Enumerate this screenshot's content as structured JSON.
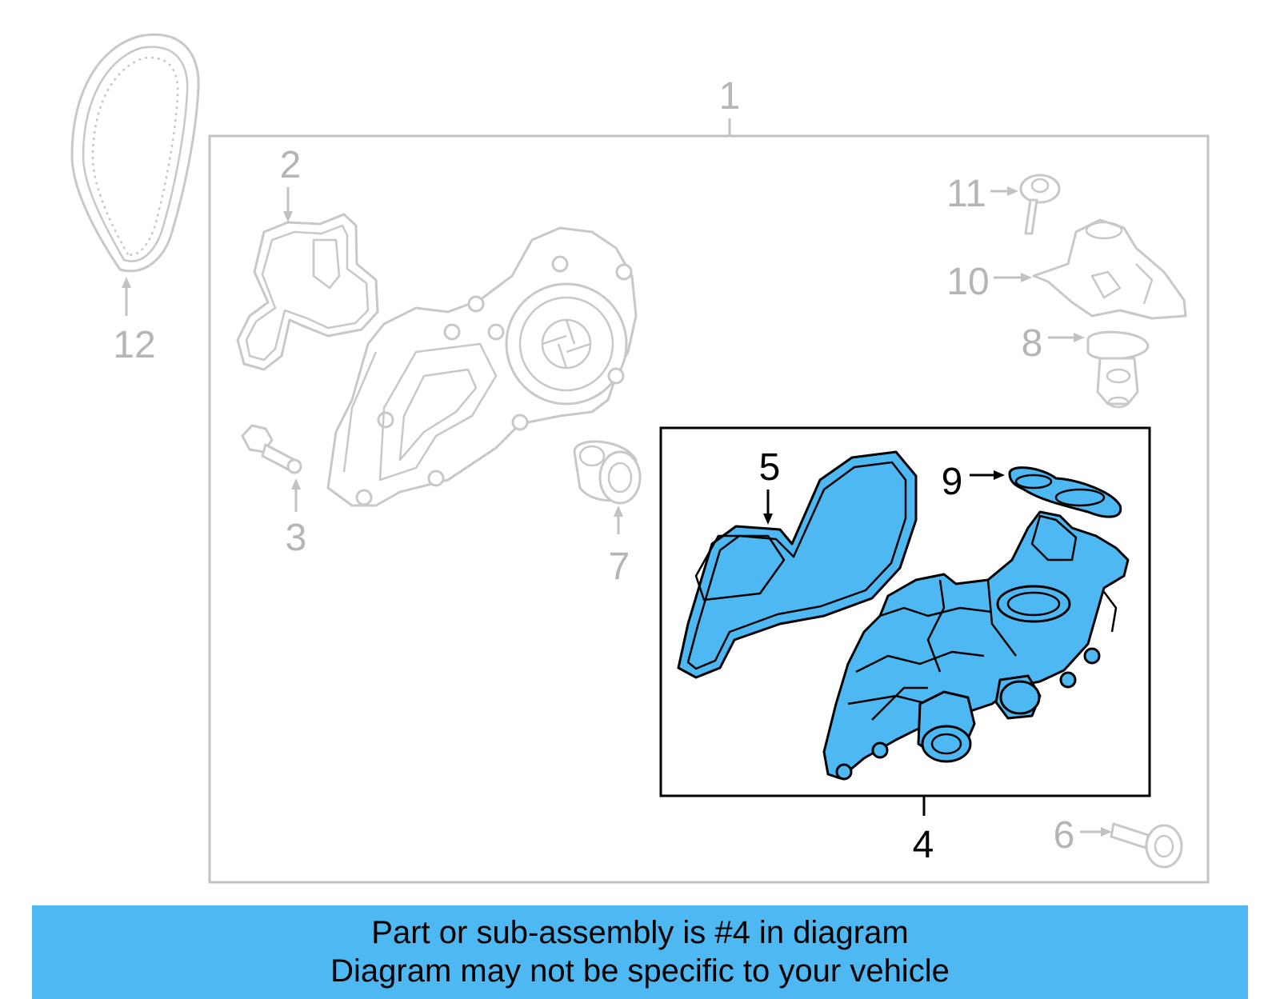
{
  "callouts": {
    "c1": "1",
    "c2": "2",
    "c3": "3",
    "c4": "4",
    "c5": "5",
    "c6": "6",
    "c7": "7",
    "c8": "8",
    "c9": "9",
    "c10": "10",
    "c11": "11",
    "c12": "12"
  },
  "highlighted_part": "4",
  "colors": {
    "highlight": "#4db8f2",
    "inactive_part": "#c8c8c8",
    "outline": "#000000"
  },
  "banner": {
    "line1": "Part or sub-assembly is #4 in diagram",
    "line2": "Diagram may not be specific to your vehicle"
  }
}
